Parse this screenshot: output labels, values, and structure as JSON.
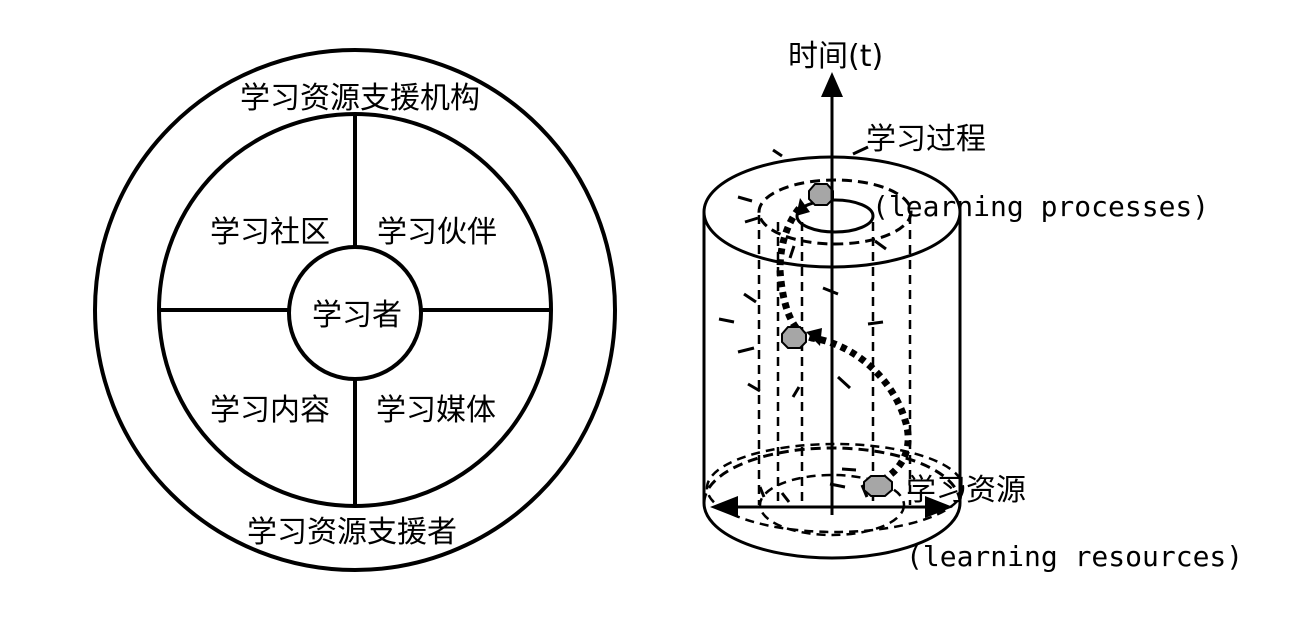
{
  "left_diagram": {
    "outer_label_top": "学习资源支援机构",
    "outer_label_bottom": "学习资源支援者",
    "quadrants": {
      "top_left": "学习社区",
      "top_right": "学习伙伴",
      "bottom_left": "学习内容",
      "bottom_right": "学习媒体"
    },
    "center": "学习者"
  },
  "right_diagram": {
    "axis_label": "时间(t)",
    "process_label": "学习过程",
    "process_label_en": "(learning processes)",
    "resource_label": "学习资源",
    "resource_label_en": "(learning resources)"
  }
}
